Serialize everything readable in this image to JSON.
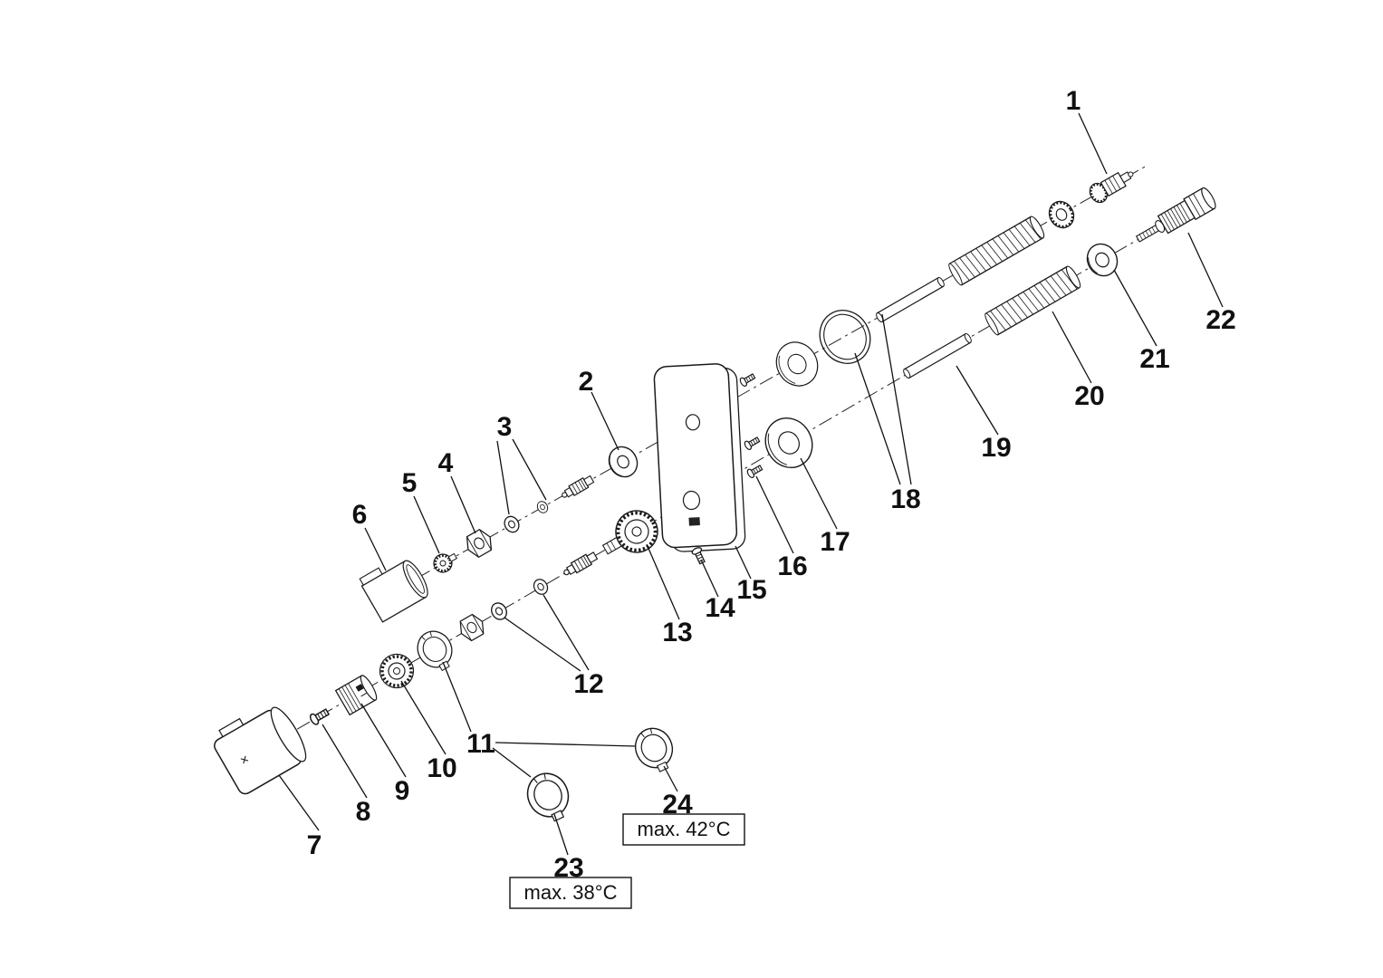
{
  "diagram": {
    "kind": "exploded-assembly-parts-diagram",
    "subject": "concealed thermostatic valve",
    "background_color": "#ffffff",
    "line_color": "#111111",
    "part_labels": [
      "1",
      "2",
      "3",
      "4",
      "5",
      "6",
      "7",
      "8",
      "9",
      "10",
      "11",
      "12",
      "13",
      "14",
      "15",
      "16",
      "17",
      "18",
      "19",
      "20",
      "21",
      "22",
      "23",
      "24"
    ],
    "annotations": {
      "max_42": "max. 42°C",
      "max_38": "max. 38°C"
    }
  }
}
